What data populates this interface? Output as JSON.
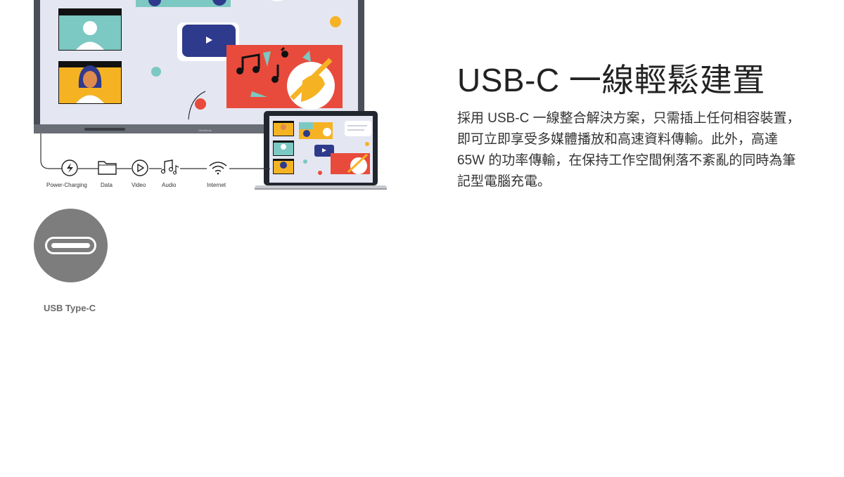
{
  "illustration": {
    "brand": "ViewSonic",
    "icons": [
      {
        "name": "power-charging-icon",
        "label": "Power-Charging"
      },
      {
        "name": "data-folder-icon",
        "label": "Data"
      },
      {
        "name": "video-play-icon",
        "label": "Video"
      },
      {
        "name": "audio-music-icon",
        "label": "Audio"
      },
      {
        "name": "internet-wifi-icon",
        "label": "Internet"
      }
    ],
    "colors": {
      "display_frame": "#4a4e56",
      "screen_bg": "#e4e7f2",
      "teal": "#7cc8c2",
      "navy": "#2e3a8c",
      "red": "#e84b3c",
      "yellow": "#f5b324",
      "cable": "#333333"
    }
  },
  "usbc": {
    "label": "USB Type-C",
    "badge_color": "#7d7d7d"
  },
  "content": {
    "headline": "USB-C 一線輕鬆建置",
    "body": "採用 USB-C 一線整合解決方案，只需插上任何相容裝置，即可立即享受多媒體播放和高速資料傳輸。此外，高達 65W 的功率傳輸，在保持工作空間俐落不紊亂的同時為筆記型電腦充電。"
  }
}
